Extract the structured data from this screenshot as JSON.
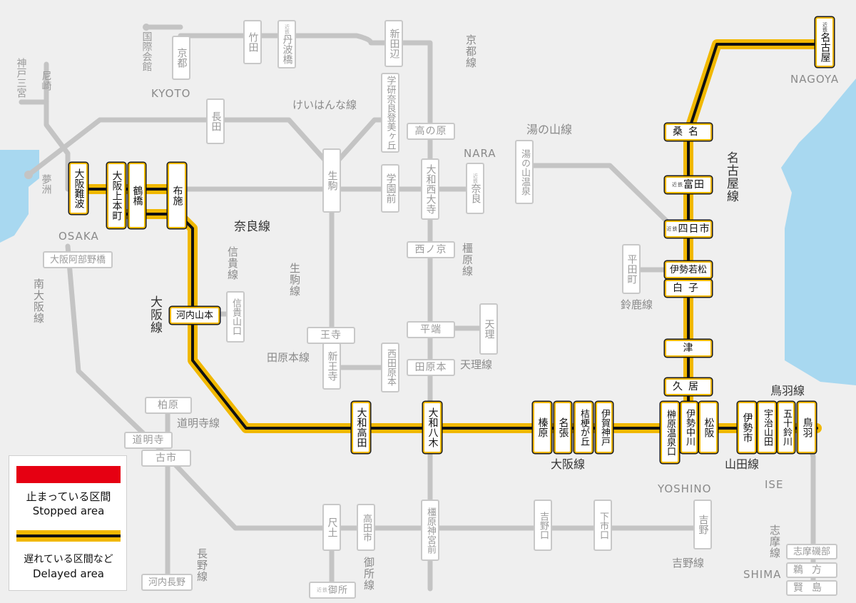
{
  "lines": [
    "けいはんな線",
    "京都線",
    "湯の山線",
    "名古屋線",
    "奈良線",
    "信貴線",
    "生駒線",
    "大阪線",
    "田原本線",
    "天理線",
    "橿原線",
    "鈴鹿線",
    "道明寺線",
    "長野線",
    "御所線",
    "吉野線",
    "山田線",
    "鳥羽線",
    "志摩線",
    "南大阪線"
  ],
  "areas": [
    "KYOTO",
    "NARA",
    "NAGOYA",
    "OSAKA",
    "YOSHINO",
    "ISE",
    "SHIMA"
  ],
  "stations": {
    "kokusai": "国際会館",
    "kyoto": "京都",
    "takeda": "竹田",
    "tambabashi": "丹波橋",
    "shintanabe": "新田辺",
    "kobesannomiya": "神戸三宮",
    "amagasaki": "尼崎",
    "gakkenNara": "学研奈良登美ヶ丘",
    "nagata": "長田",
    "takanohara": "高の原",
    "yumeshima": "夢洲",
    "osakaNamba": "大阪難波",
    "uehommachi": "大阪上本町",
    "tsuruhashi": "鶴橋",
    "fuse": "布施",
    "ikoma": "生駒",
    "gakuenmae": "学園前",
    "yamatoSaidaiji": "大和西大寺",
    "nara": "奈良",
    "nishinokyo": "西ノ京",
    "yunoyama": "湯の山温泉",
    "kuwana": "桑名",
    "tomida": "富田",
    "yokkaichi": "四日市",
    "hiratacho": "平田町",
    "iseWakamatsu": "伊勢若松",
    "shiroko": "白子",
    "tsu": "津",
    "hisai": "久居",
    "nagoya": "名古屋",
    "abenobashi": "大阪阿部野橋",
    "kawachiYamamoto": "河内山本",
    "shigisanguchi": "信貴山口",
    "ouji": "王寺",
    "hirahata": "平端",
    "tenri": "天理",
    "shinOuji": "新王寺",
    "nishiTawaramoto": "西田原本",
    "tawaramoto": "田原本",
    "yamatoTakada": "大和高田",
    "yamatoYagi": "大和八木",
    "haibara": "榛原",
    "nabari": "名張",
    "kikyogaoka": "桔梗が丘",
    "igaKambe": "伊賀神戸",
    "sakakibara": "榊原温泉口",
    "iseNakagawa": "伊勢中川",
    "matsusaka": "松阪",
    "iseshi": "伊勢市",
    "ujiyamada": "宇治山田",
    "isuzugawa": "五十鈴川",
    "toba": "鳥羽",
    "kashiwara": "柏原",
    "domyoji": "道明寺",
    "furuichi": "古市",
    "shakudo": "尺土",
    "takadashi": "高田市",
    "kashiharaJingu": "橿原神宮前",
    "yoshinoguchi": "吉野口",
    "shimoichiguchi": "下市口",
    "yoshino": "吉野",
    "kawachiNagano": "河内長野",
    "gose": "御所",
    "shimaIsobe": "志摩磯部",
    "ugata": "鵜方",
    "kashikojima": "賢島"
  },
  "badges": {
    "nagoya": "近鉄",
    "tambabashi": "近鉄",
    "nara": "近鉄",
    "tomida": "近鉄",
    "yokkaichi": "近鉄",
    "gose": "近鉄"
  },
  "legend": {
    "stopped_ja": "止まっている区間",
    "stopped_en": "Stopped area",
    "delayed_ja": "遅れている区間など",
    "delayed_en": "Delayed area"
  },
  "colors": {
    "stopped": "#e60012",
    "delayed": "#f1b800",
    "line": "#c4c4c4",
    "sea": "#a8d8f0"
  }
}
